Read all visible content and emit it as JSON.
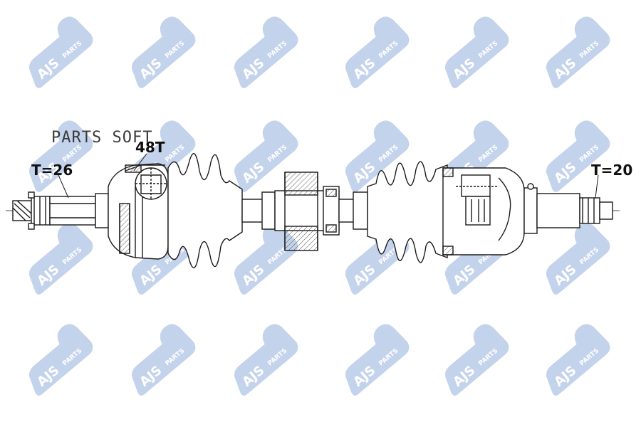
{
  "watermark": {
    "logo_text": "AJS",
    "logo_sub": "PARTS",
    "color": "#c4d3ec",
    "icon": "ajs-parts-logo"
  },
  "diagram": {
    "brand_text": "PARTS SOFT",
    "labels": {
      "left_spline": "T=26",
      "abs_ring": "48T",
      "right_spline": "T=20"
    },
    "line_color": "#1a1a1a",
    "hatch_color": "#555555"
  }
}
